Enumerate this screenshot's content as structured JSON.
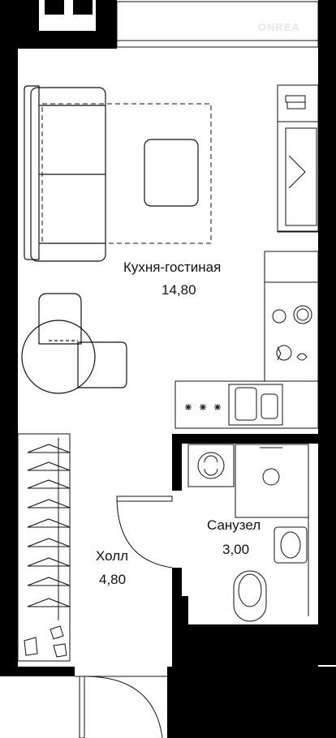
{
  "watermark": "ONREA",
  "rooms": {
    "living": {
      "name": "Кухня-гостиная",
      "area": "14,80"
    },
    "bath": {
      "name": "Санузел",
      "area": "3,00"
    },
    "hall": {
      "name": "Холл",
      "area": "4,80"
    }
  },
  "colors": {
    "wall": "#000000",
    "line": "#111111",
    "background": "#ffffff"
  }
}
